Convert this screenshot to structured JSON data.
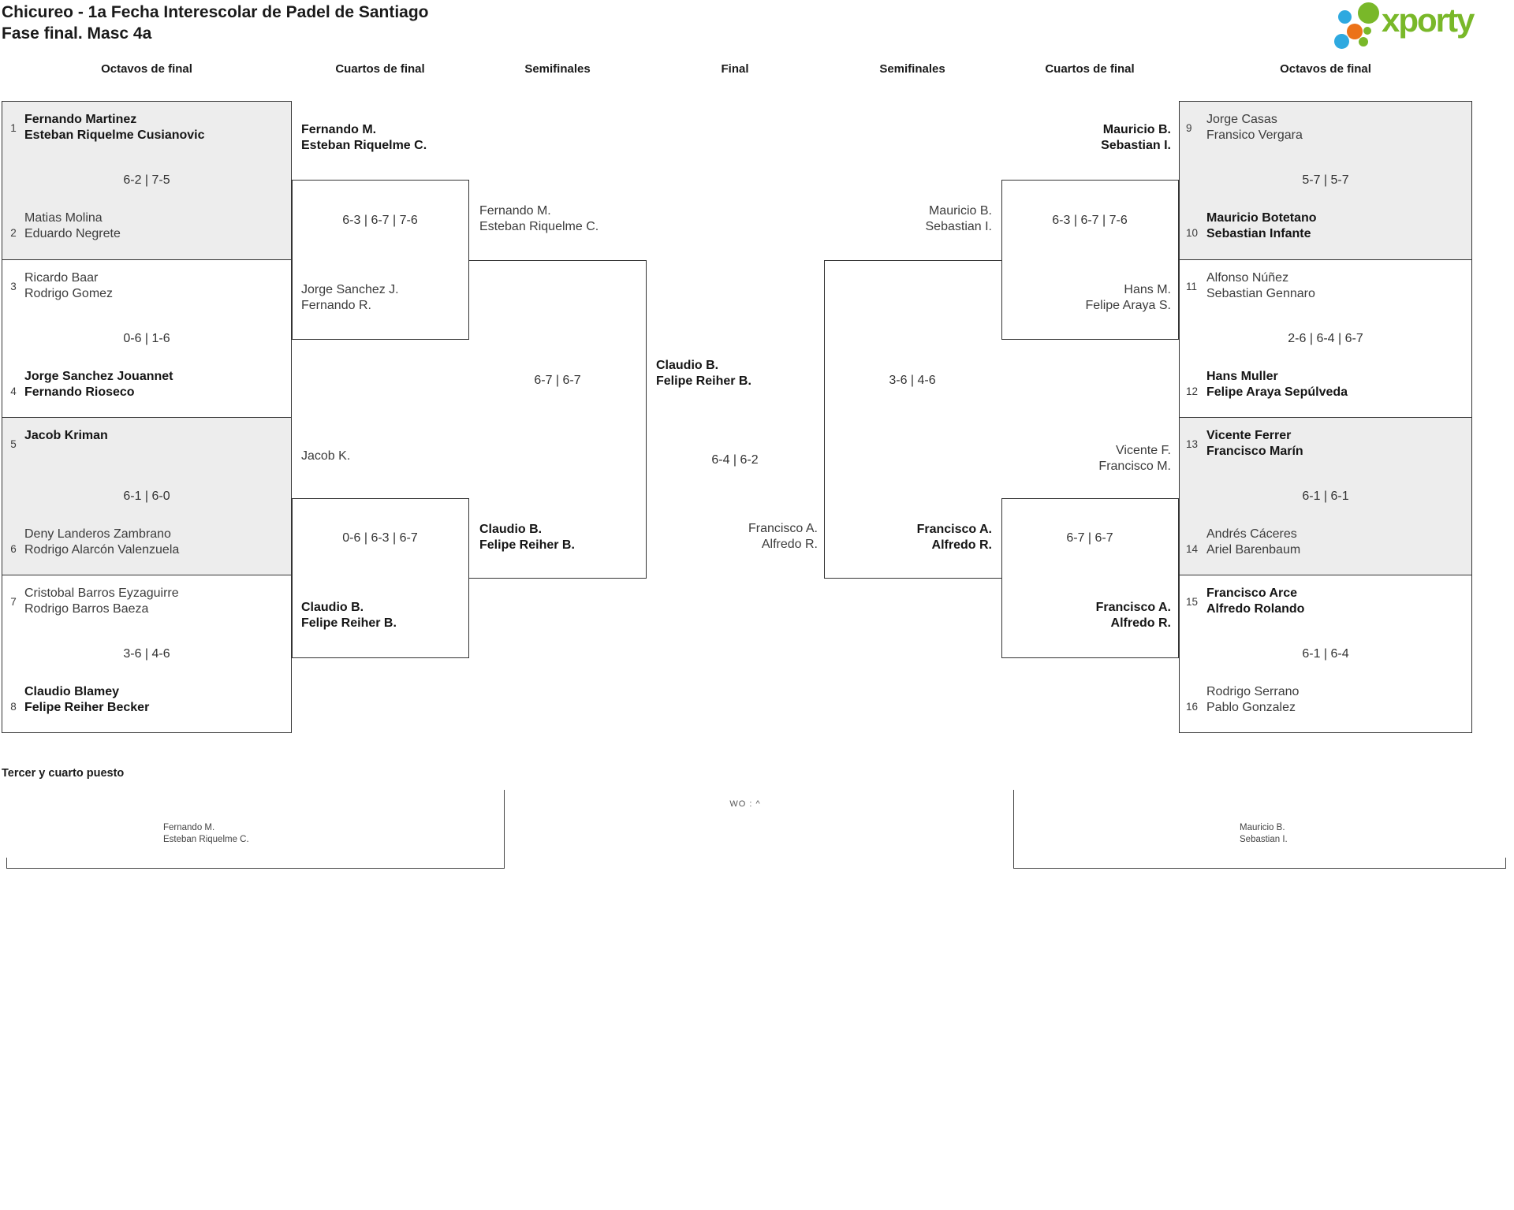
{
  "title": {
    "line1": "Chicureo - 1a Fecha Interescolar de Padel de Santiago",
    "line2": "Fase final. Masc 4a"
  },
  "logo": {
    "text": "xporty"
  },
  "colors": {
    "brand_green": "#79b829",
    "brand_blue": "#2ea9e0",
    "brand_orange": "#ec7218",
    "shaded_row_bg": "#ededed",
    "line": "#333333"
  },
  "round_headers": [
    "Octavos de final",
    "Cuartos de final",
    "Semifinales",
    "Final",
    "Semifinales",
    "Cuartos de final",
    "Octavos de final"
  ],
  "octavos_left": [
    {
      "seed_top": "1",
      "team_top": [
        "Fernando Martinez",
        "Esteban Riquelme Cusianovic"
      ],
      "top_winner": true,
      "score": "6-2 | 7-5",
      "seed_bottom": "2",
      "team_bottom": [
        "Matias Molina",
        "Eduardo Negrete"
      ],
      "bottom_winner": false
    },
    {
      "seed_top": "3",
      "team_top": [
        "Ricardo Baar",
        "Rodrigo Gomez"
      ],
      "top_winner": false,
      "score": "0-6 | 1-6",
      "seed_bottom": "4",
      "team_bottom": [
        "Jorge Sanchez Jouannet",
        "Fernando Rioseco"
      ],
      "bottom_winner": true
    },
    {
      "seed_top": "5",
      "team_top": [
        "Jacob Kriman"
      ],
      "top_winner": true,
      "score": "6-1 | 6-0",
      "seed_bottom": "6",
      "team_bottom": [
        "Deny Landeros Zambrano",
        "Rodrigo Alarcón Valenzuela"
      ],
      "bottom_winner": false
    },
    {
      "seed_top": "7",
      "team_top": [
        "Cristobal Barros Eyzaguirre",
        "Rodrigo Barros Baeza"
      ],
      "top_winner": false,
      "score": "3-6 | 4-6",
      "seed_bottom": "8",
      "team_bottom": [
        "Claudio Blamey",
        "Felipe Reiher Becker"
      ],
      "bottom_winner": true
    }
  ],
  "octavos_right": [
    {
      "seed_top": "9",
      "team_top": [
        "Jorge Casas",
        "Fransico Vergara"
      ],
      "top_winner": false,
      "score": "5-7 | 5-7",
      "seed_bottom": "10",
      "team_bottom": [
        "Mauricio Botetano",
        "Sebastian Infante"
      ],
      "bottom_winner": true
    },
    {
      "seed_top": "11",
      "team_top": [
        "Alfonso Núñez",
        "Sebastian Gennaro"
      ],
      "top_winner": false,
      "score": "2-6 | 6-4 | 6-7",
      "seed_bottom": "12",
      "team_bottom": [
        "Hans Muller",
        "Felipe Araya Sepúlveda"
      ],
      "bottom_winner": true
    },
    {
      "seed_top": "13",
      "team_top": [
        "Vicente Ferrer",
        "Francisco Marín"
      ],
      "top_winner": true,
      "score": "6-1 | 6-1",
      "seed_bottom": "14",
      "team_bottom": [
        "Andrés Cáceres",
        "Ariel Barenbaum"
      ],
      "bottom_winner": false
    },
    {
      "seed_top": "15",
      "team_top": [
        "Francisco Arce",
        "Alfredo Rolando"
      ],
      "top_winner": true,
      "score": "6-1 | 6-4",
      "seed_bottom": "16",
      "team_bottom": [
        "Rodrigo Serrano",
        "Pablo Gonzalez"
      ],
      "bottom_winner": false
    }
  ],
  "quarterfinals_left": [
    {
      "team_top": [
        "Fernando M.",
        "Esteban Riquelme C."
      ],
      "top_winner": true,
      "score": "6-3 | 6-7 | 7-6",
      "team_bottom": [
        "Jorge Sanchez J.",
        "Fernando R."
      ],
      "bottom_winner": false
    },
    {
      "team_top": [
        "Jacob K."
      ],
      "top_winner": false,
      "score": "0-6 | 6-3 | 6-7",
      "team_bottom": [
        "Claudio B.",
        "Felipe Reiher B."
      ],
      "bottom_winner": true
    }
  ],
  "semifinal_left": {
    "team_top": [
      "Fernando M.",
      "Esteban Riquelme C."
    ],
    "top_winner": false,
    "score": "6-7 | 6-7",
    "team_bottom": [
      "Claudio B.",
      "Felipe Reiher B."
    ],
    "bottom_winner": true
  },
  "final": {
    "team_top": [
      "Claudio B.",
      "Felipe Reiher B."
    ],
    "top_winner": true,
    "score": "6-4 | 6-2",
    "team_bottom": [
      "Francisco A.",
      "Alfredo R."
    ],
    "bottom_winner": false
  },
  "semifinal_right": {
    "team_top": [
      "Mauricio B.",
      "Sebastian I."
    ],
    "top_winner": false,
    "score": "3-6 | 4-6",
    "team_bottom": [
      "Francisco A.",
      "Alfredo R."
    ],
    "bottom_winner": true
  },
  "quarterfinals_right": [
    {
      "team_top": [
        "Mauricio B.",
        "Sebastian I."
      ],
      "top_winner": true,
      "score": "6-3 | 6-7 | 7-6",
      "team_bottom": [
        "Hans M.",
        "Felipe Araya S."
      ],
      "bottom_winner": false
    },
    {
      "team_top": [
        "Vicente F.",
        "Francisco M."
      ],
      "top_winner": false,
      "score": "6-7 | 6-7",
      "team_bottom": [
        "Francisco A.",
        "Alfredo R."
      ],
      "bottom_winner": true
    }
  ],
  "third_place": {
    "heading": "Tercer y cuarto puesto",
    "team_left": [
      "Fernando M.",
      "Esteban Riquelme C."
    ],
    "note": "WO : ^",
    "team_right": [
      "Mauricio B.",
      "Sebastian I."
    ]
  }
}
